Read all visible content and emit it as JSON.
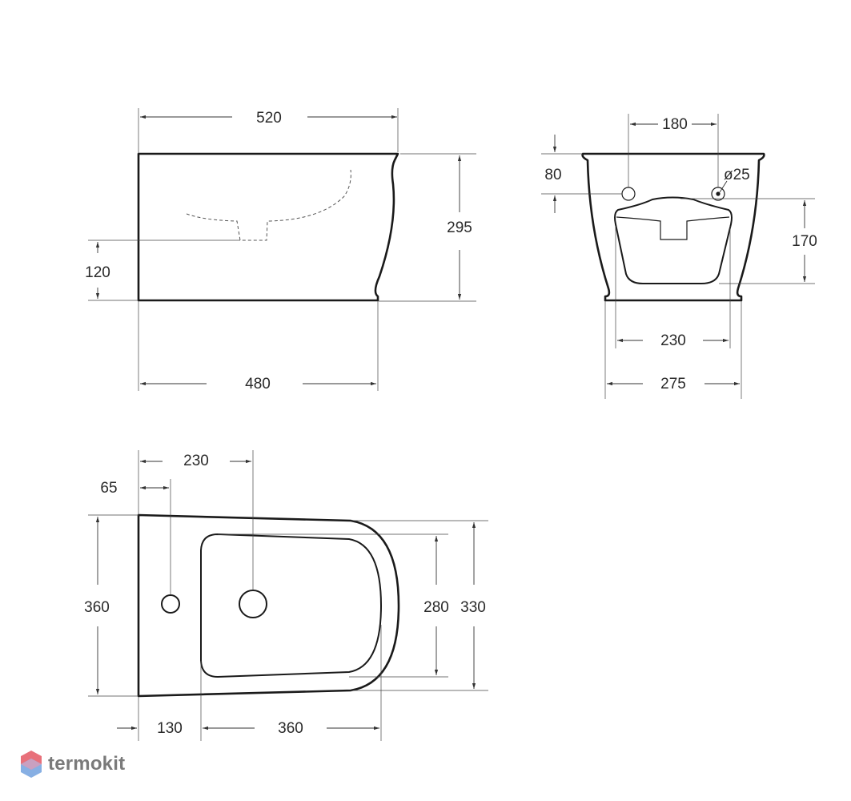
{
  "side_view": {
    "dim_top": "520",
    "dim_height": "295",
    "dim_outlet": "120",
    "dim_bottom": "480"
  },
  "front_view": {
    "dim_holes": "180",
    "dim_hole_diameter": "ø25",
    "dim_hole_offset": "80",
    "dim_bowl_depth": "170",
    "dim_bowl_width": "230",
    "dim_base_width": "275"
  },
  "top_view": {
    "dim_tap_hole": "230",
    "dim_rear_hole": "65",
    "dim_width": "360",
    "dim_bowl_inner": "280",
    "dim_bowl_outer": "330",
    "dim_rear_offset": "130",
    "dim_bowl_length": "360"
  },
  "brand": {
    "name": "termokit",
    "logo_colors": [
      "#e8707a",
      "#7aa6e0"
    ]
  }
}
